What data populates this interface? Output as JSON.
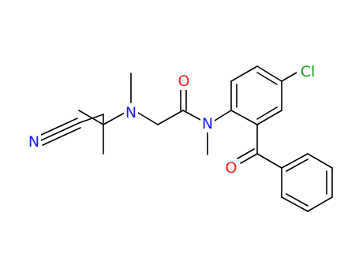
{
  "molecule": {
    "atoms": {
      "N_nitrile": {
        "symbol": "N",
        "color": "#1a1aff"
      },
      "N_amine": {
        "symbol": "N",
        "color": "#1a1aff"
      },
      "O_amide": {
        "symbol": "O",
        "color": "#ff1a1a"
      },
      "N_amide": {
        "symbol": "N",
        "color": "#1a1aff"
      },
      "Cl": {
        "symbol": "Cl",
        "color": "#1aa51a"
      },
      "O_ketone": {
        "symbol": "O",
        "color": "#ff1a1a"
      }
    }
  }
}
